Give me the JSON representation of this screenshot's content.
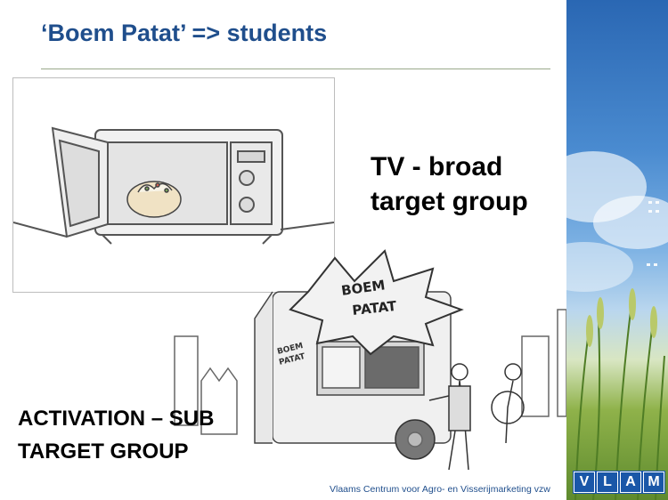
{
  "slide": {
    "title": "‘Boem Patat’ => students",
    "tv_heading": "TV - broad target group",
    "activation_heading": "ACTIVATION – SUB TARGET GROUP",
    "footer": "Vlaams Centrum voor Agro- en Visserijmarketing vzw"
  },
  "truck": {
    "sign_line1": "BOEM",
    "sign_line2": "PATAT",
    "side_line1": "BOEM",
    "side_line2": "PATAT"
  },
  "logo": {
    "letters": [
      "V",
      "L",
      "A",
      "M"
    ]
  },
  "colors": {
    "title": "#1f4e8c",
    "logo": "#1a57a8",
    "panel_sky": "#4a8bd0",
    "panel_grass": "#5e8a2e"
  }
}
